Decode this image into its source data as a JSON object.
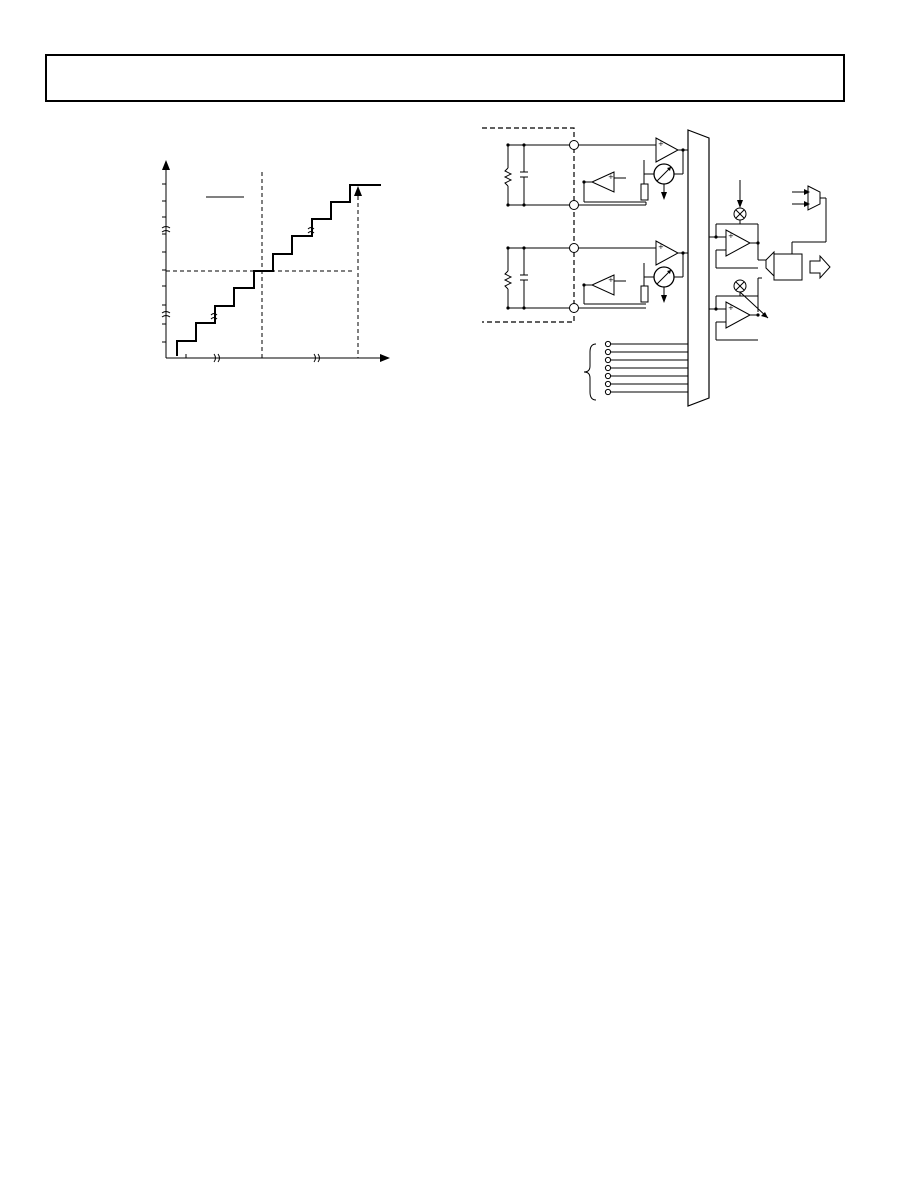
{
  "colors": {
    "line": "#000000",
    "background": "#ffffff"
  },
  "transfer_figure": {
    "steps_per_run": 1,
    "step_count": 10
  },
  "schematic_figure": {
    "channel_count": 2,
    "control_pin_count": 7
  }
}
